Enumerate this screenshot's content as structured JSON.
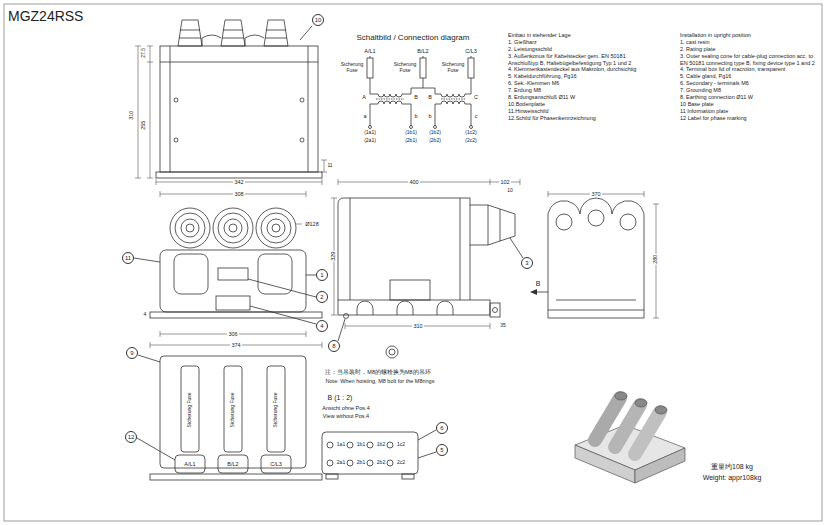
{
  "diagram": {
    "title": "MGZ24RSS",
    "nodes": [
      {
        "text": [
          "10"
        ]
      },
      {
        "text": [
          "11"
        ]
      },
      {
        "text": [
          "1"
        ]
      },
      {
        "text": [
          "2"
        ]
      },
      {
        "text": [
          "4"
        ]
      },
      {
        "text": [
          "9"
        ]
      },
      {
        "text": [
          "12"
        ]
      },
      {
        "text": [
          "3"
        ]
      },
      {
        "text": [
          "8"
        ]
      },
      {
        "text": [
          "6"
        ]
      },
      {
        "text": [
          "5"
        ]
      }
    ],
    "labels": [
      "Schaltbild / Connection diagram",
      "A/L1",
      "B/L2",
      "C/L3",
      "Sicherung Fuse",
      "Sicherung Fuse",
      "Sicherung Fuse",
      "A",
      "B",
      "B",
      "C",
      "a",
      "b",
      "b",
      "c",
      "(1a1)",
      "(1b1)",
      "(1b2)",
      "(1c2)",
      "(2a1)",
      "(2b1)",
      "(2b2)",
      "(2c2)",
      "Einbau in stehender Lage",
      "1. Gießharz",
      "2. Leistungsschild",
      "3. Außenkonus für Kabelstecker gem. EN 50181 Anschlußtyp B, Haltebügelbefestigung Typ 1 und 2",
      "4. Klemmenkastendeckel aus Makrolon, durchsichtig",
      "5. Kabeldurchführung, Pg16",
      "6. Sek.-Klemmen M6",
      "7. Erdung M8",
      "8. Erdungsanschluß Ø11 W",
      "10.Bodenplatte",
      "11.Hinweisschild",
      "12.Schild für Phasenkennzeichnung",
      "Installation in upright position",
      "1. cast resin",
      "2. Rating plate",
      "3. Outer sealing cone for cable-plug connection acc. to EN 50181 connecting type B, fixing device type 1 and 2",
      "4. Terminal box lid of macrolon, transparent",
      "5. Cable gland, Pg16",
      "6. Secondary - terminals M6",
      "7. Grounding M8",
      "8. Earthing connection Ø11 W",
      "10 Base plate",
      "11 Information plate",
      "12 Label for phase marking",
      "27.5",
      "310",
      "255",
      "11",
      "342",
      "308",
      "Ø128",
      "306",
      "374",
      "4",
      "Sicherung Fuse",
      "Sicherung Fuse",
      "Sicherung Fuse",
      "A/L1",
      "B/L2",
      "C/L3",
      "400",
      "102",
      "10",
      "329",
      "310",
      "35",
      "B",
      "370",
      "280",
      "注：当吊装时，M8的螺栓换为M8的吊环",
      "Note: When hoisting, M8 bolt for the M8rings",
      "B (1 : 2)",
      "Ansicht ohne Pos.4",
      "View without Pos.4",
      "1a1",
      "1b1",
      "1b2",
      "1c2",
      "2a1",
      "2b1",
      "2b2",
      "2c2",
      "重量约108 kg",
      "Weight: appr108kg"
    ]
  }
}
